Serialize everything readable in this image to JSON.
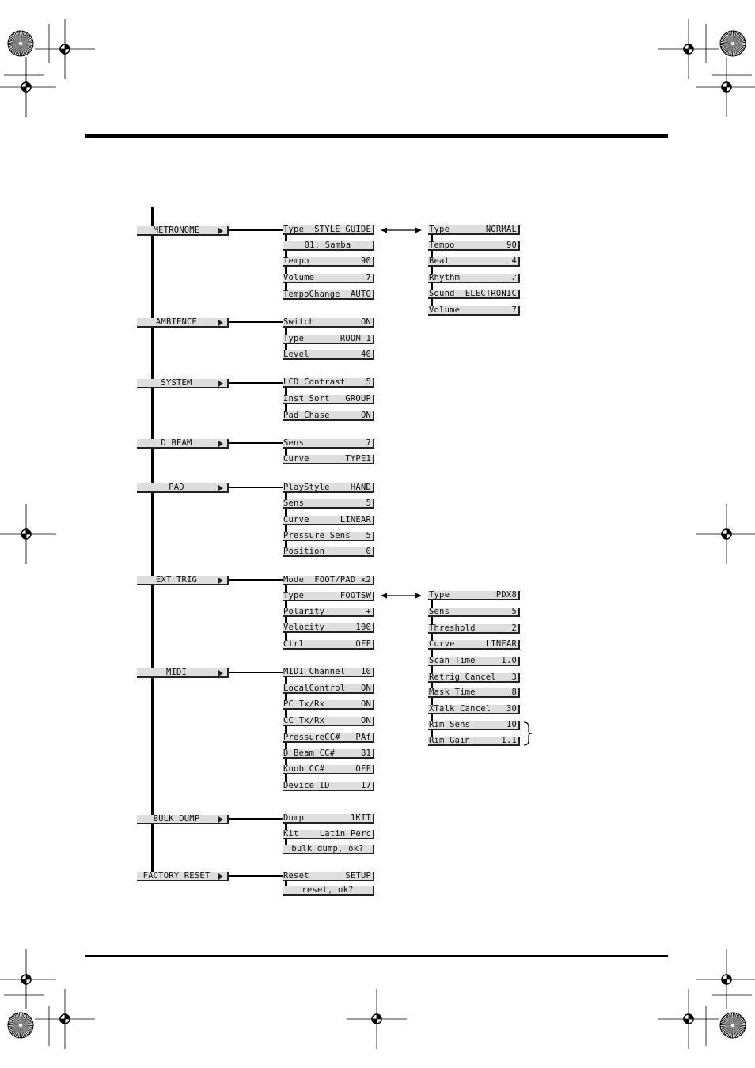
{
  "menus": [
    {
      "label": "METRONOME",
      "params": [
        [
          "Type",
          "STYLE GUIDE"
        ],
        [
          "01: Samba",
          ""
        ],
        [
          "Tempo",
          "90"
        ],
        [
          "Volume",
          "7"
        ],
        [
          "TempoChange",
          "AUTO"
        ]
      ],
      "sub": [
        [
          "Type",
          "NORMAL"
        ],
        [
          "Tempo",
          "90"
        ],
        [
          "Beat",
          "4"
        ],
        [
          "Rhythm",
          "♪"
        ],
        [
          "Sound",
          "ELECTRONIC"
        ],
        [
          "Volume",
          "7"
        ]
      ]
    },
    {
      "label": "AMBIENCE",
      "params": [
        [
          "Switch",
          "ON"
        ],
        [
          "Type",
          "ROOM 1"
        ],
        [
          "Level",
          "40"
        ]
      ]
    },
    {
      "label": "SYSTEM",
      "params": [
        [
          "LCD Contrast",
          "5"
        ],
        [
          "Inst Sort",
          "GROUP"
        ],
        [
          "Pad Chase",
          "ON"
        ]
      ]
    },
    {
      "label": "D BEAM",
      "params": [
        [
          "Sens",
          "7"
        ],
        [
          "Curve",
          "TYPE1"
        ]
      ]
    },
    {
      "label": "PAD",
      "params": [
        [
          "PlayStyle",
          "HAND"
        ],
        [
          "Sens",
          "5"
        ],
        [
          "Curve",
          "LINEAR"
        ],
        [
          "Pressure Sens",
          "5"
        ],
        [
          "Position",
          "0"
        ]
      ]
    },
    {
      "label": "EXT TRIG",
      "params": [
        [
          "Mode",
          "FOOT/PAD x2"
        ],
        [
          "Type",
          "FOOTSW"
        ],
        [
          "Polarity",
          "+"
        ],
        [
          "Velocity",
          "100"
        ],
        [
          "Ctrl",
          "OFF"
        ]
      ],
      "sub": [
        [
          "Type",
          "PDX8"
        ],
        [
          "Sens",
          "5"
        ],
        [
          "Threshold",
          "2"
        ],
        [
          "Curve",
          "LINEAR"
        ],
        [
          "Scan Time",
          "1.0"
        ],
        [
          "Retrig Cancel",
          "3"
        ],
        [
          "Mask Time",
          "8"
        ],
        [
          "XTalk Cancel",
          "30"
        ],
        [
          "Rim Sens",
          "10"
        ],
        [
          "Rim Gain",
          "1.1"
        ]
      ]
    },
    {
      "label": "MIDI",
      "params": [
        [
          "MIDI Channel",
          "10"
        ],
        [
          "LocalControl",
          "ON"
        ],
        [
          "PC Tx/Rx",
          "ON"
        ],
        [
          "CC Tx/Rx",
          "ON"
        ],
        [
          "PressureCC#",
          "PAf"
        ],
        [
          "D Beam CC#",
          "81"
        ],
        [
          "Knob CC#",
          "OFF"
        ],
        [
          "Device ID",
          "17"
        ]
      ]
    },
    {
      "label": "BULK DUMP",
      "params": [
        [
          "Dump",
          "1KIT"
        ],
        [
          "Kit",
          "Latin Perc"
        ],
        [
          "bulk dump, ok?",
          ""
        ]
      ]
    },
    {
      "label": "FACTORY RESET",
      "params": [
        [
          "Reset",
          "SETUP"
        ],
        [
          "reset, ok?",
          ""
        ]
      ]
    }
  ]
}
